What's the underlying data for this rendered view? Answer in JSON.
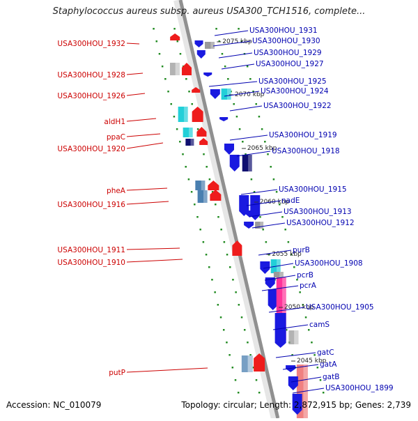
{
  "title": "Staphylococcus aureus subsp. aureus USA300_TCH1516, complete...",
  "accession": "Accession: NC_010079",
  "topology": "Topology: circular; Length: 2,872,915 bp; Genes: 2,739",
  "colors": {
    "backbone": "#909090",
    "dots": "#228b22",
    "left_label": "#cc0000",
    "right_label": "#0000b0",
    "red": "#ee1c1c",
    "blue": "#1a1ae0",
    "cyan": "#22cfd8",
    "grey": "#9a9a9a",
    "navy": "#101070",
    "steel": "#4a7fb0",
    "pink": "#ff3399",
    "salmon": "#f08080"
  },
  "kbp_ticks": [
    "2075 kbp",
    "2070 kbp",
    "2065 kbp",
    "2060 kbp",
    "2055 kbp",
    "2050 kbp",
    "2045 kbp"
  ],
  "left_labels": [
    "USA300HOU_1932",
    "USA300HOU_1928",
    "USA300HOU_1926",
    "aldH1",
    "ppaC",
    "USA300HOU_1920",
    "pheA",
    "USA300HOU_1916",
    "USA300HOU_1911",
    "USA300HOU_1910",
    "putP"
  ],
  "right_labels": [
    "USA300HOU_1931",
    "USA300HOU_1930",
    "USA300HOU_1929",
    "USA300HOU_1927",
    "USA300HOU_1925",
    "USA300HOU_1924",
    "USA300HOU_1922",
    "USA300HOU_1919",
    "USA300HOU_1918",
    "USA300HOU_1915",
    "nadE",
    "USA300HOU_1913",
    "USA300HOU_1912",
    "purB",
    "USA300HOU_1908",
    "pcrB",
    "pcrA",
    "USA300HOU_1905",
    "camS",
    "gatC",
    "gatA",
    "gatB",
    "USA300HOU_1899"
  ]
}
